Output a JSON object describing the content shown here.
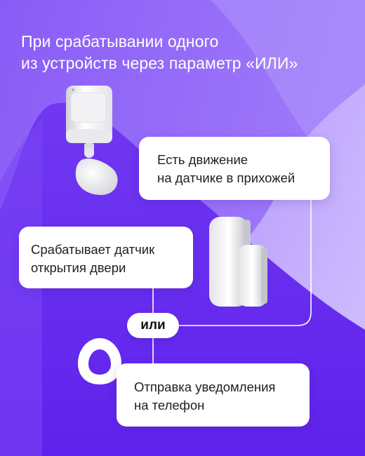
{
  "headline": {
    "line1": "При срабатывании одного",
    "line2": "из устройств через параметр «ИЛИ»"
  },
  "cards": {
    "motion": {
      "line1": "Есть движение",
      "line2": "на датчике в прихожей"
    },
    "door": {
      "line1": "Срабатывает датчик",
      "line2": "открытия двери"
    },
    "notify": {
      "line1": "Отправка уведомления",
      "line2": "на телефон"
    }
  },
  "operator": "или",
  "colors": {
    "background_violet": "#7b4df5",
    "background_light": "#c9b6ff",
    "background_deep": "#6a2ff0",
    "card": "#ffffff",
    "connector": "#ffffff"
  },
  "icons": {
    "motion_sensor": "motion-sensor-icon",
    "door_sensor": "door-sensor-icon",
    "assistant": "alice-logo-icon"
  }
}
